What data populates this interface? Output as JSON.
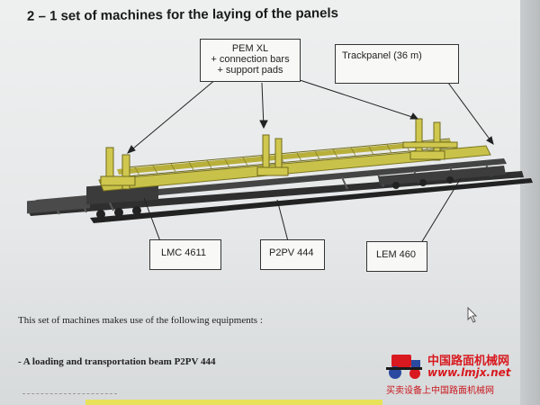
{
  "document": {
    "title": "2 – 1 set of machines for the laying of the panels",
    "labels": {
      "pem_line1": "PEM XL",
      "pem_line2": "+ connection bars",
      "pem_line3": "+ support pads",
      "trackpanel": "Trackpanel (36 m)",
      "lmc": "LMC 4611",
      "p2pv": "P2PV 444",
      "lem": "LEM 460"
    },
    "paragraph": "This set of machines makes use of the following equipments :",
    "bullet": "- A loading and transportation beam P2PV 444"
  },
  "watermark": {
    "main": "中国路面机械网",
    "site": "www.lmjx.net",
    "sub": "买卖设备上中国路面机械网"
  },
  "colors": {
    "machine": "#c9c24a",
    "rail": "#3a3a3a",
    "logo_red": "#d8191f"
  }
}
